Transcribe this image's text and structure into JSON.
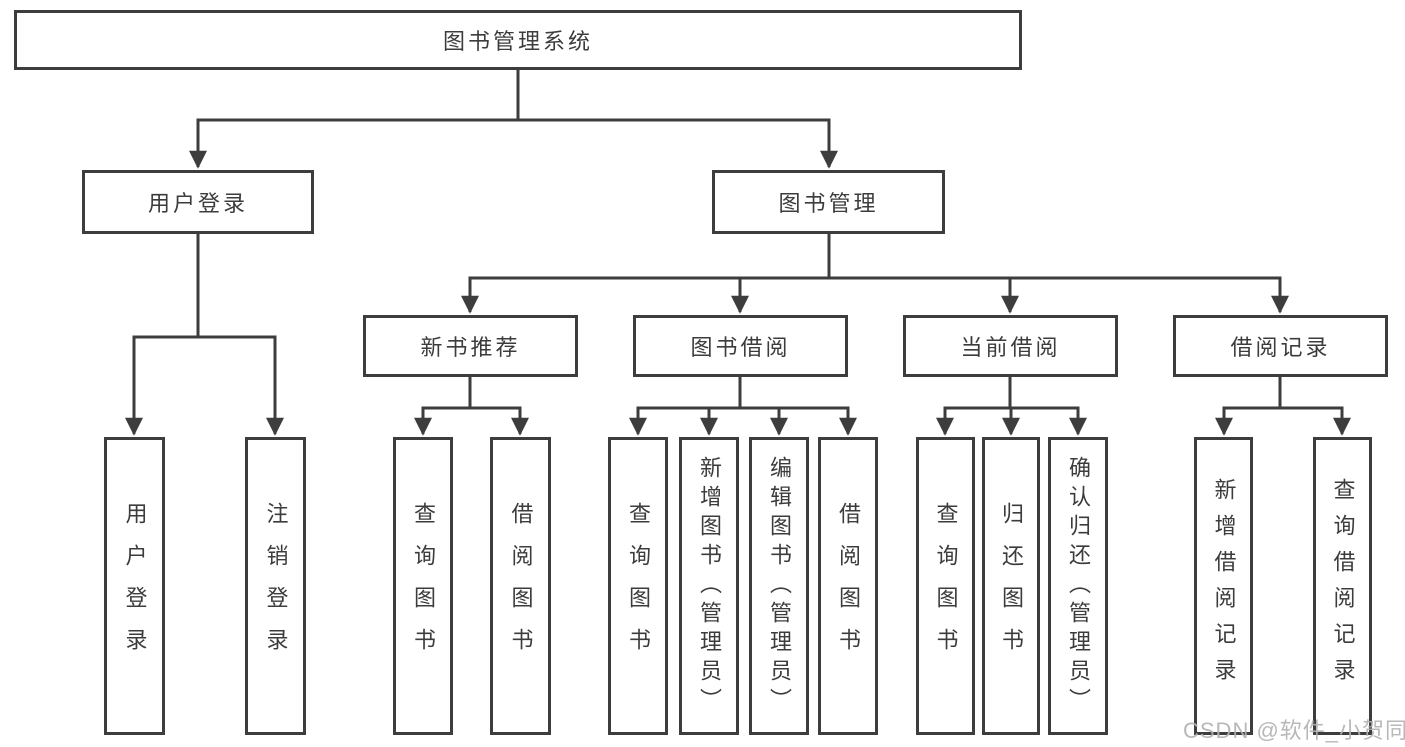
{
  "diagram": {
    "type": "hierarchy-tree",
    "colors": {
      "line": "#3d3d3d",
      "box_border": "#3d3d3d",
      "text": "#3c3c3c",
      "box_background": "#ffffff",
      "watermark_text_color": "#b2b2b2"
    },
    "tree": {
      "root": {
        "label": "图书管理系统"
      },
      "branches": [
        {
          "label": "用户登录",
          "children": [
            {
              "label": "用户登录"
            },
            {
              "label": "注销登录"
            }
          ]
        },
        {
          "label": "图书管理",
          "children": [
            {
              "label": "新书推荐",
              "children": [
                {
                  "label": "查询图书"
                },
                {
                  "label": "借阅图书"
                }
              ]
            },
            {
              "label": "图书借阅",
              "children": [
                {
                  "label": "查询图书"
                },
                {
                  "label": "新增图书（管理员）"
                },
                {
                  "label": "编辑图书（管理员）"
                },
                {
                  "label": "借阅图书"
                }
              ]
            },
            {
              "label": "当前借阅",
              "children": [
                {
                  "label": "查询图书"
                },
                {
                  "label": "归还图书"
                },
                {
                  "label": "确认归还（管理员）"
                }
              ]
            },
            {
              "label": "借阅记录",
              "children": [
                {
                  "label": "新增借阅记录"
                },
                {
                  "label": "查询借阅记录"
                }
              ]
            }
          ]
        }
      ]
    }
  },
  "watermark": "CSDN @软件_小贺同学"
}
